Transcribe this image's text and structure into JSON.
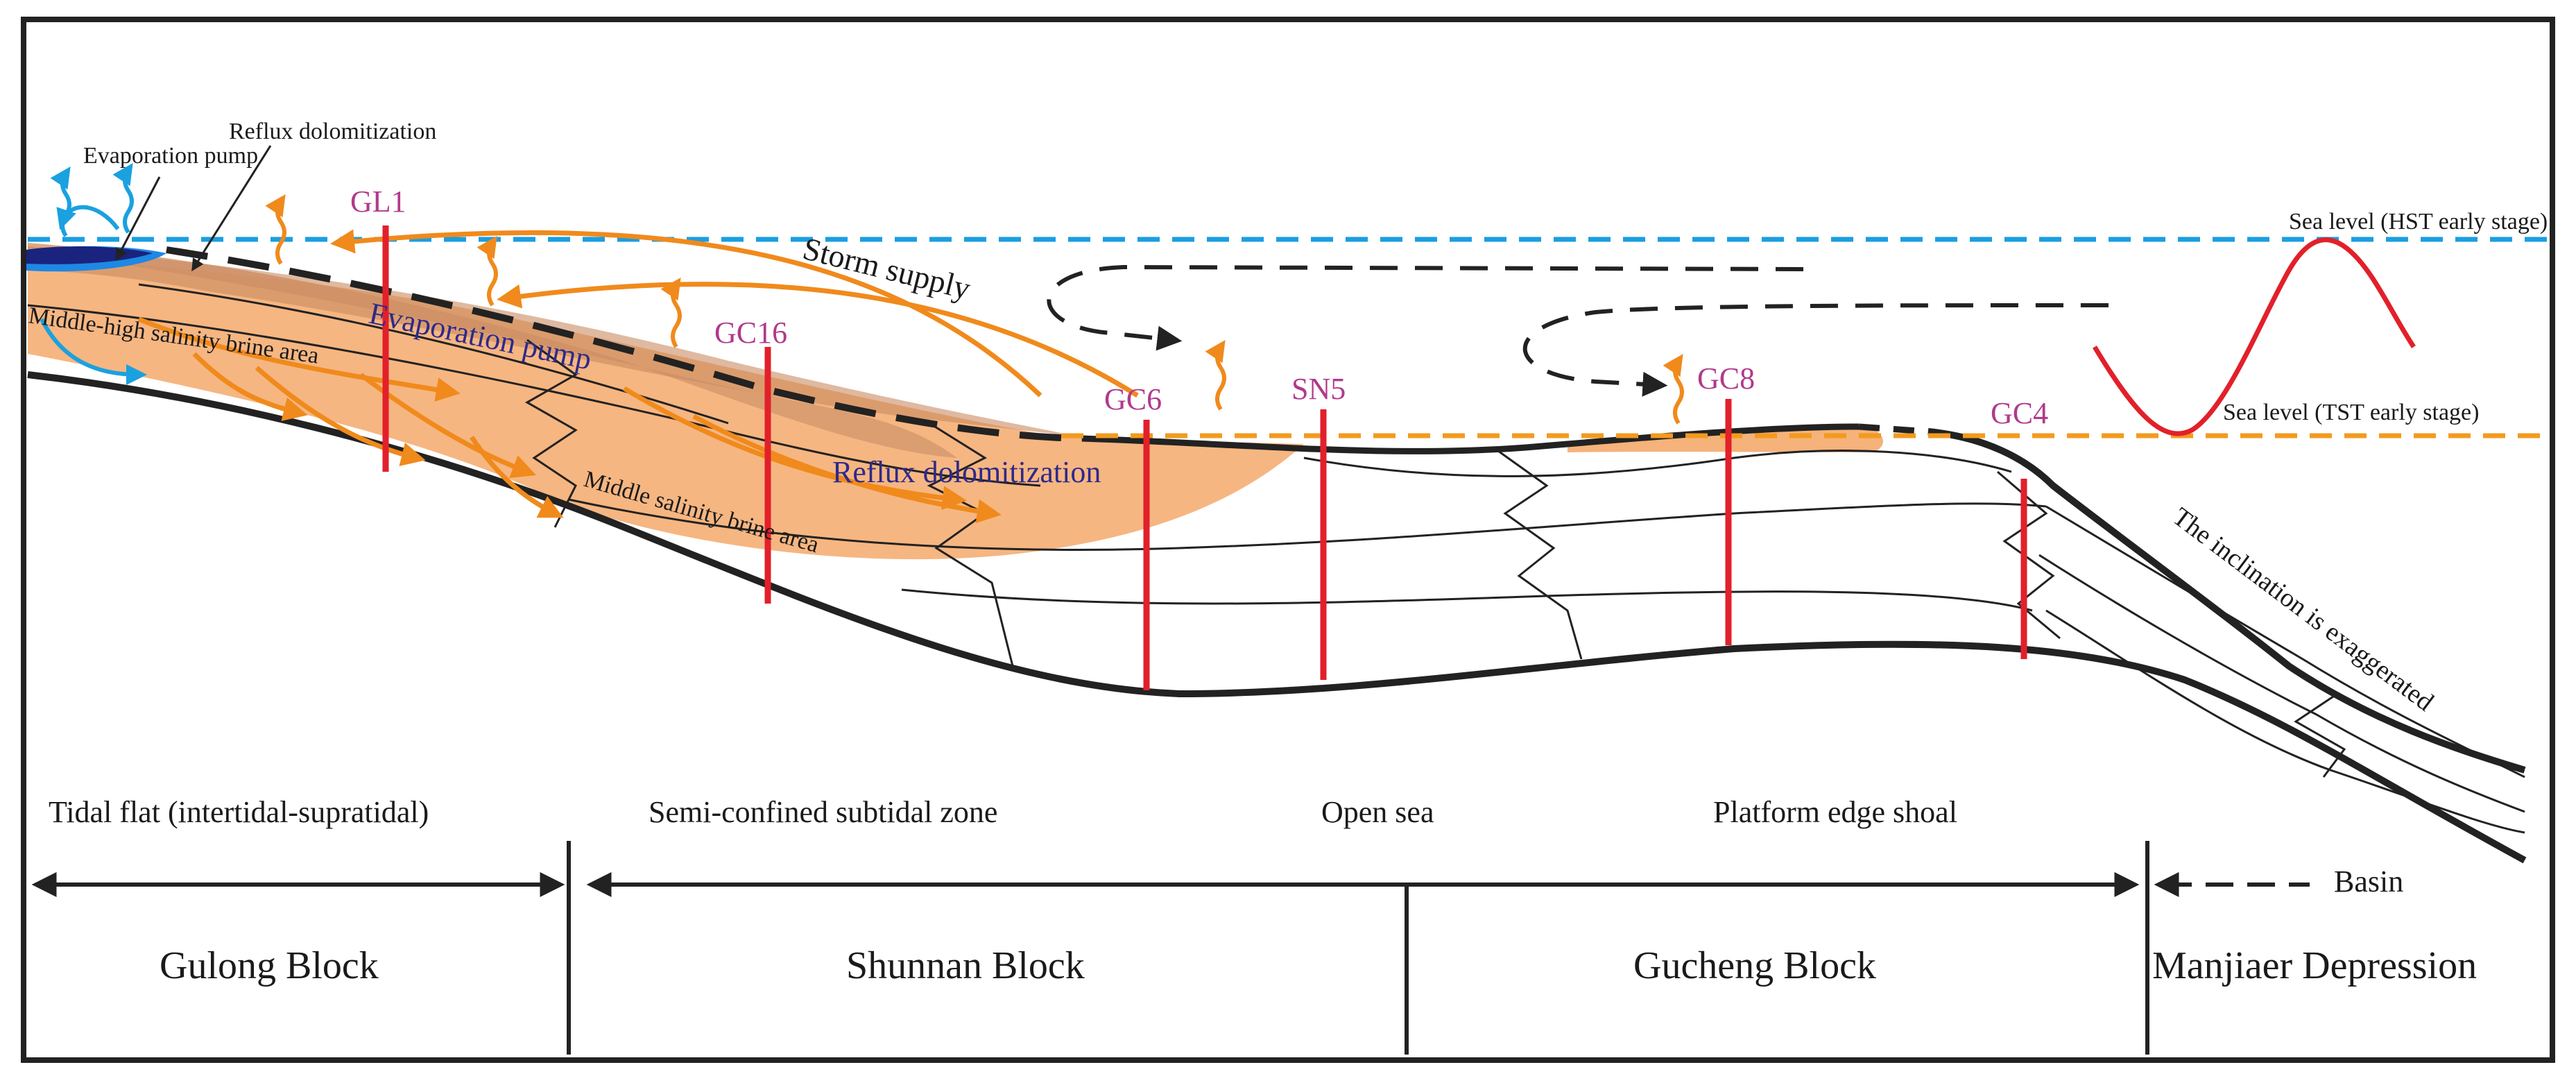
{
  "colors": {
    "frame": "#222222",
    "well": "#e2202a",
    "well_label": "#b03a8c",
    "brine_orange": "#f5b27a",
    "brine_dark": "#d69a6e",
    "hst_line": "#1a9ee0",
    "tst_line": "#f39a1e",
    "arrow_orange": "#f08a1c",
    "arrow_blue": "#1aa1e0",
    "lagoon_blue": "#1565c0",
    "lagoon_navy": "#1a237e",
    "sine": "#e2202a",
    "blue_text": "#2d2a8c"
  },
  "annotations": {
    "reflux_small": "Reflux dolomitization",
    "evap_small": "Evaporation pump",
    "storm": "Storm supply",
    "evap_big": "Evaporation pump",
    "reflux_big": "Reflux dolomitization",
    "mid_high_brine": "Middle-high salinity brine area",
    "mid_brine": "Middle salinity brine area",
    "inclination": "The inclination is exaggerated",
    "hst": "Sea level (HST early stage)",
    "tst": "Sea level (TST early stage)"
  },
  "wells": [
    {
      "name": "GL1"
    },
    {
      "name": "GC16"
    },
    {
      "name": "GC6"
    },
    {
      "name": "SN5"
    },
    {
      "name": "GC8"
    },
    {
      "name": "GC4"
    }
  ],
  "zones": {
    "tidal": "Tidal flat (intertidal-supratidal)",
    "semi": "Semi-confined subtidal zone",
    "open": "Open sea",
    "shoal": "Platform edge shoal",
    "basin": "Basin"
  },
  "blocks": {
    "gulong": "Gulong Block",
    "shunnan": "Shunnan Block",
    "gucheng": "Gucheng Block",
    "manjiaer": "Manjiaer Depression"
  }
}
